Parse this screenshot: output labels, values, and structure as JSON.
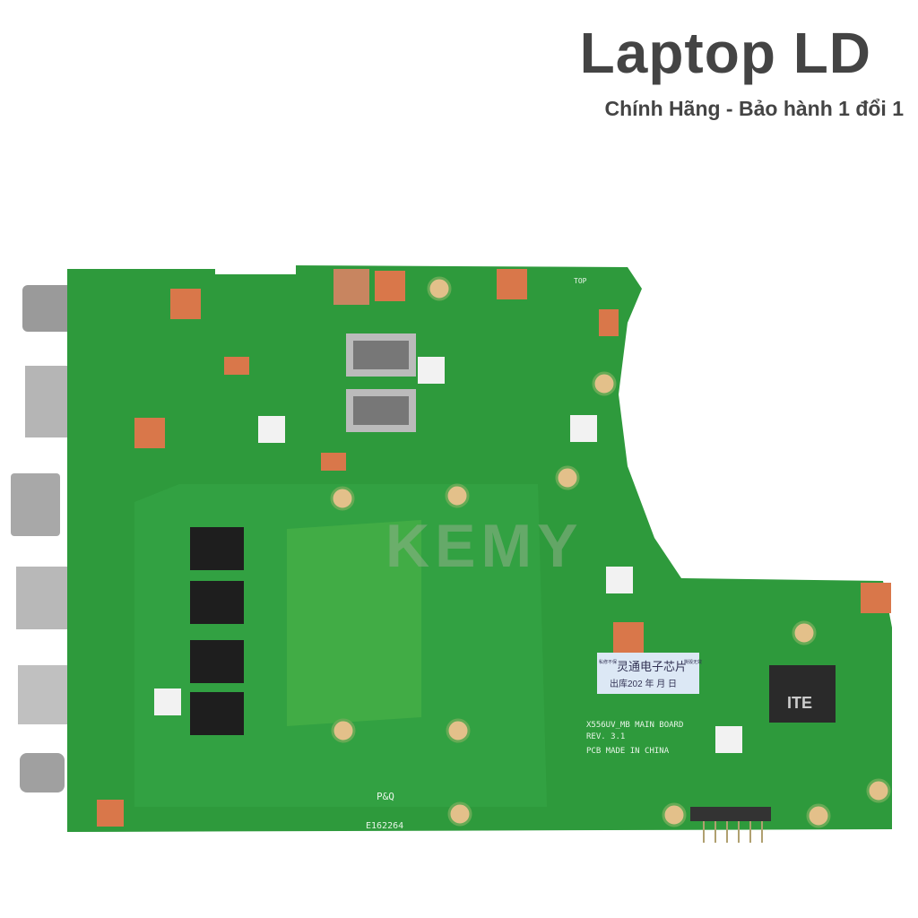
{
  "header": {
    "title": "Laptop LD",
    "subtitle": "Chính Hãng - Bảo hành 1 đổi 1"
  },
  "board": {
    "model_line": "X556UV_MB MAIN BOARD",
    "revision": "REV. 3.1",
    "origin": "PCB MADE IN CHINA",
    "cert_mark": "P&Q",
    "cert_code": "E162264",
    "top_label": "TOP",
    "sticker_main": "灵通电子芯片",
    "sticker_date": "出库202  年  月  日",
    "sticker_left": "私修不保",
    "sticker_right": "撕毁无效",
    "watermark": "KEMY",
    "chip_brand": "ITE"
  },
  "colors": {
    "pcb": "#2e9a3c",
    "pcb_dark": "#1f7a2c",
    "pad": "#d9774a",
    "text": "#444444"
  }
}
